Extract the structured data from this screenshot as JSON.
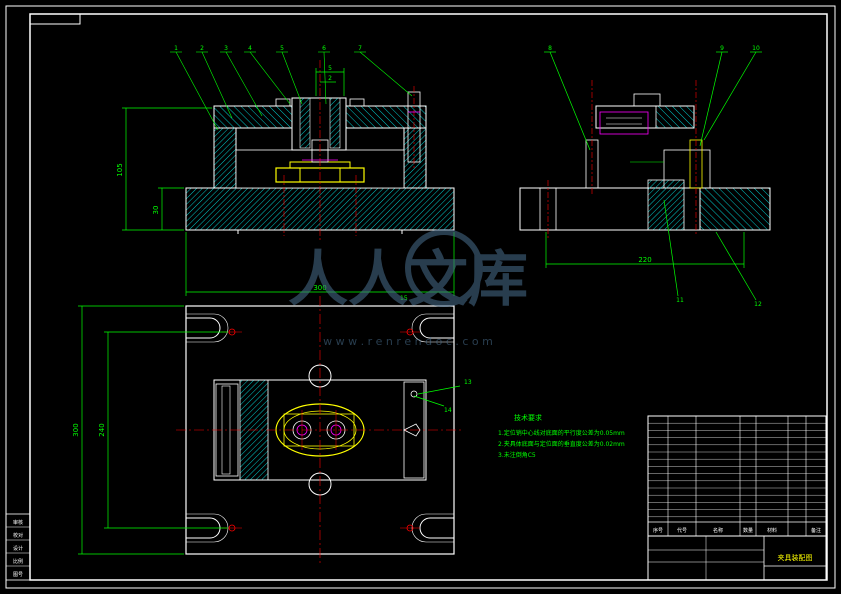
{
  "colors": {
    "background": "#000000",
    "frame": "#ffffff",
    "outline": "#ffffff",
    "dimension": "#00ff00",
    "leader": "#00ff00",
    "hatch": "#00c8c8",
    "centerline": "#ff0000",
    "part_yellow": "#ffff00",
    "part_magenta": "#ff00ff",
    "watermark": "#4a6f8f"
  },
  "watermark": {
    "brand": "人人文库",
    "url": "w w w . r e n r e n d o c . c o m"
  },
  "balloons_front": [
    "1",
    "2",
    "3",
    "4",
    "5",
    "6",
    "7"
  ],
  "balloons_side": [
    "8",
    "9",
    "10"
  ],
  "balloons_lower": [
    "11",
    "12",
    "13",
    "14",
    "15"
  ],
  "dimensions": {
    "front_height": "105",
    "front_base": "30",
    "front_width": "300",
    "side_width": "220",
    "plan_height": "300",
    "plan_inner": "240",
    "top_small_a": "5",
    "top_small_b": "2"
  },
  "tech_requirements": {
    "title": "技术要求",
    "items": [
      "1.定位销中心线对底面的平行度公差为0.05mm",
      "2.夹具体底面与定位面的垂直度公差为0.02mm",
      "3.未注倒角C5"
    ]
  },
  "title_block": {
    "drawing_name": "夹具装配图",
    "headers": [
      "序号",
      "代号",
      "名称",
      "数量",
      "材料",
      "备注"
    ]
  },
  "left_strip": [
    "审核",
    "校对",
    "设计",
    "比例",
    "图号"
  ]
}
